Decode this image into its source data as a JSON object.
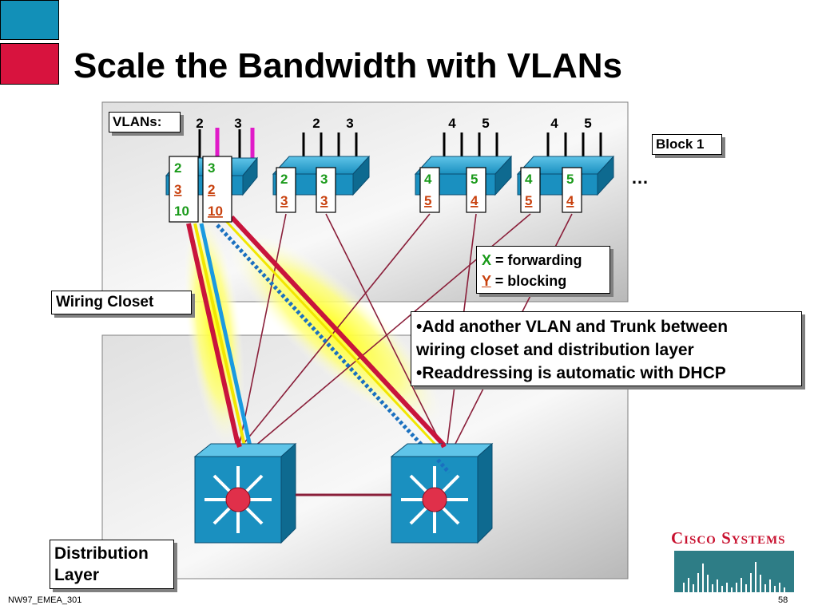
{
  "title": "Scale the Bandwidth with VLANs",
  "vlans_label": "VLANs:",
  "vlan_numbers": [
    "2",
    "3",
    "2",
    "3",
    "4",
    "5",
    "4",
    "5"
  ],
  "block_label": "Block 1",
  "ellipsis": "…",
  "wiring_closet_label": "Wiring Closet",
  "distribution_label_line1": "Distribution",
  "distribution_label_line2": "Layer",
  "legend": {
    "forward_symbol": "X",
    "forward_text": "= forwarding",
    "block_symbol": "Y",
    "block_text": "= blocking"
  },
  "bullets": [
    "•Add another VLAN and Trunk between",
    "wiring closet and distribution layer",
    "•Readdressing is automatic with DHCP"
  ],
  "port_tags": [
    {
      "lines": [
        "2",
        "3",
        "10"
      ]
    },
    {
      "lines": [
        "3",
        "2",
        "10"
      ]
    },
    {
      "lines": [
        "2",
        "3"
      ]
    },
    {
      "lines": [
        "3",
        "3"
      ]
    },
    {
      "lines": [
        "4",
        "5"
      ]
    },
    {
      "lines": [
        "5",
        "4"
      ]
    },
    {
      "lines": [
        "4",
        "5"
      ]
    },
    {
      "lines": [
        "5",
        "4"
      ]
    }
  ],
  "footer_left": "NW97_EMEA_301",
  "footer_right": "58",
  "logo_text": "Cisco Systems",
  "colors": {
    "forwarding": "#1a9a1a",
    "blocking": "#c8410e",
    "trunk_red": "#c8143c",
    "cisco_blue": "#1a90c0",
    "accent_blue": "#1290b8",
    "accent_red": "#d8133e",
    "magenta": "#e01bc8",
    "vlan10_blue": "#1a9ae0"
  }
}
